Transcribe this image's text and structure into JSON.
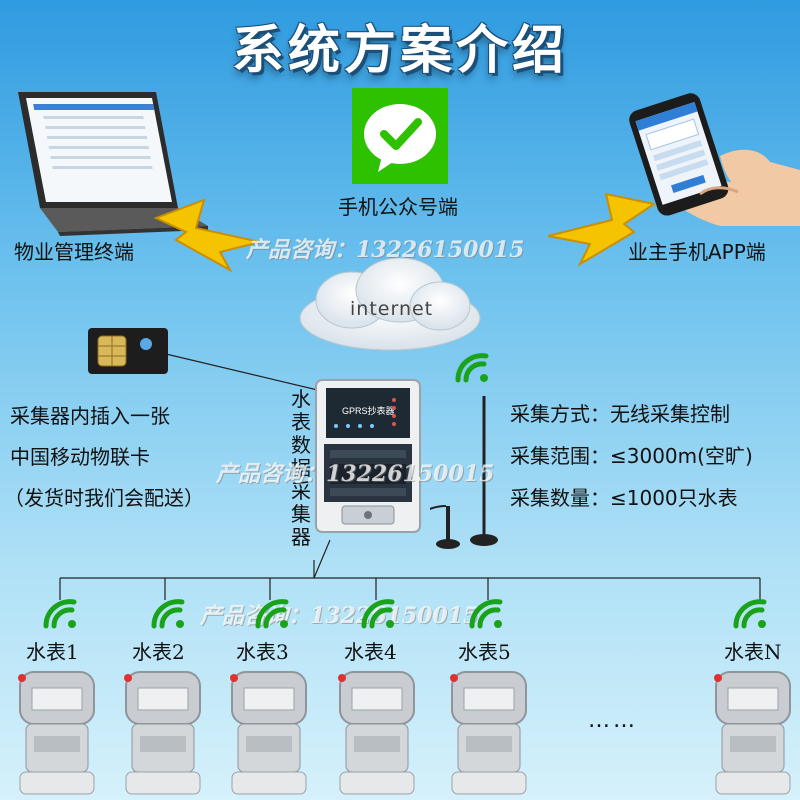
{
  "title": "系统方案介绍",
  "endpoints": {
    "property": "物业管理终端",
    "wechat": "手机公众号端",
    "owner_app": "业主手机APP端"
  },
  "cloud": "internet",
  "watermark": "产品咨询：13226150015",
  "sim_note": [
    "采集器内插入一张",
    "中国移动物联卡",
    "（发货时我们会配送）"
  ],
  "collector_label": "水表数据采集器",
  "specs": [
    "采集方式：无线采集控制",
    "采集范围：≤3000m(空旷)",
    "采集数量：≤1000只水表"
  ],
  "meters": [
    "水表1",
    "水表2",
    "水表3",
    "水表4",
    "水表5",
    "水表N"
  ],
  "ellipsis": "……",
  "colors": {
    "wechat_green": "#2dc100",
    "lightning": "#f5c400",
    "signal_green": "#1aa31a"
  }
}
